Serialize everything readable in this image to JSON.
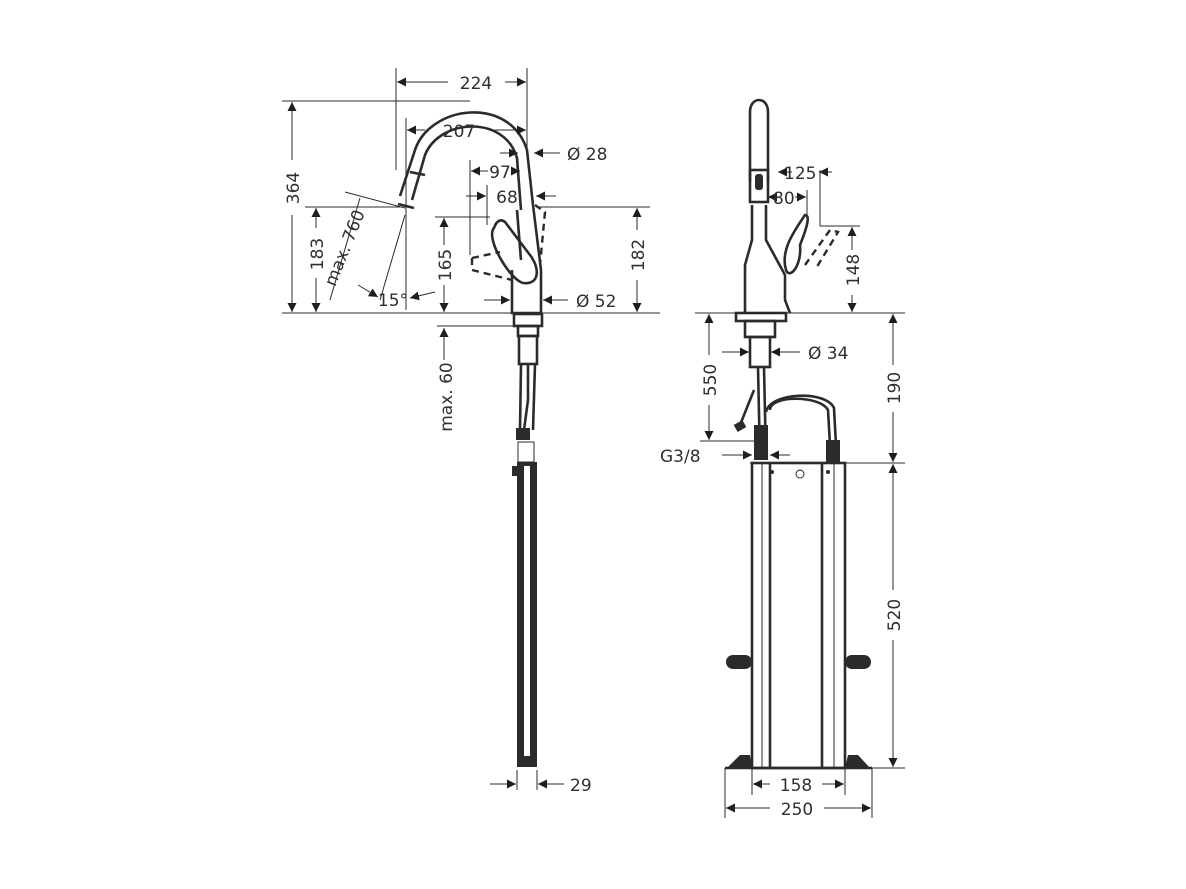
{
  "drawing": {
    "subject": "Kitchen faucet with pull-out spray — technical dimension drawing",
    "units": "mm",
    "line_color": "#2b2b2b",
    "background": "#ffffff"
  },
  "side_view": {
    "dimensions": {
      "overall_height": "364",
      "spout_reach": "224",
      "spout_inner_reach": "207",
      "spout_diameter": "Ø 28",
      "handle_reach_97": "97",
      "handle_reach_68": "68",
      "spout_outlet_height": "183",
      "pull_out_length": "max. 760",
      "angle": "15°",
      "handle_height": "165",
      "handle_open_height": "182",
      "body_diameter": "Ø 52",
      "max_deck_thickness": "max. 60",
      "hose_weight_width": "29"
    }
  },
  "front_view": {
    "dimensions": {
      "handle_reach_125": "125",
      "handle_reach_80": "80",
      "handle_open_height": "148",
      "shank_diameter": "Ø 34",
      "hose_length": "550",
      "connection_thread": "G3/8",
      "deck_to_box": "190",
      "box_height": "520",
      "box_inner_width": "158",
      "box_outer_width": "250"
    }
  }
}
